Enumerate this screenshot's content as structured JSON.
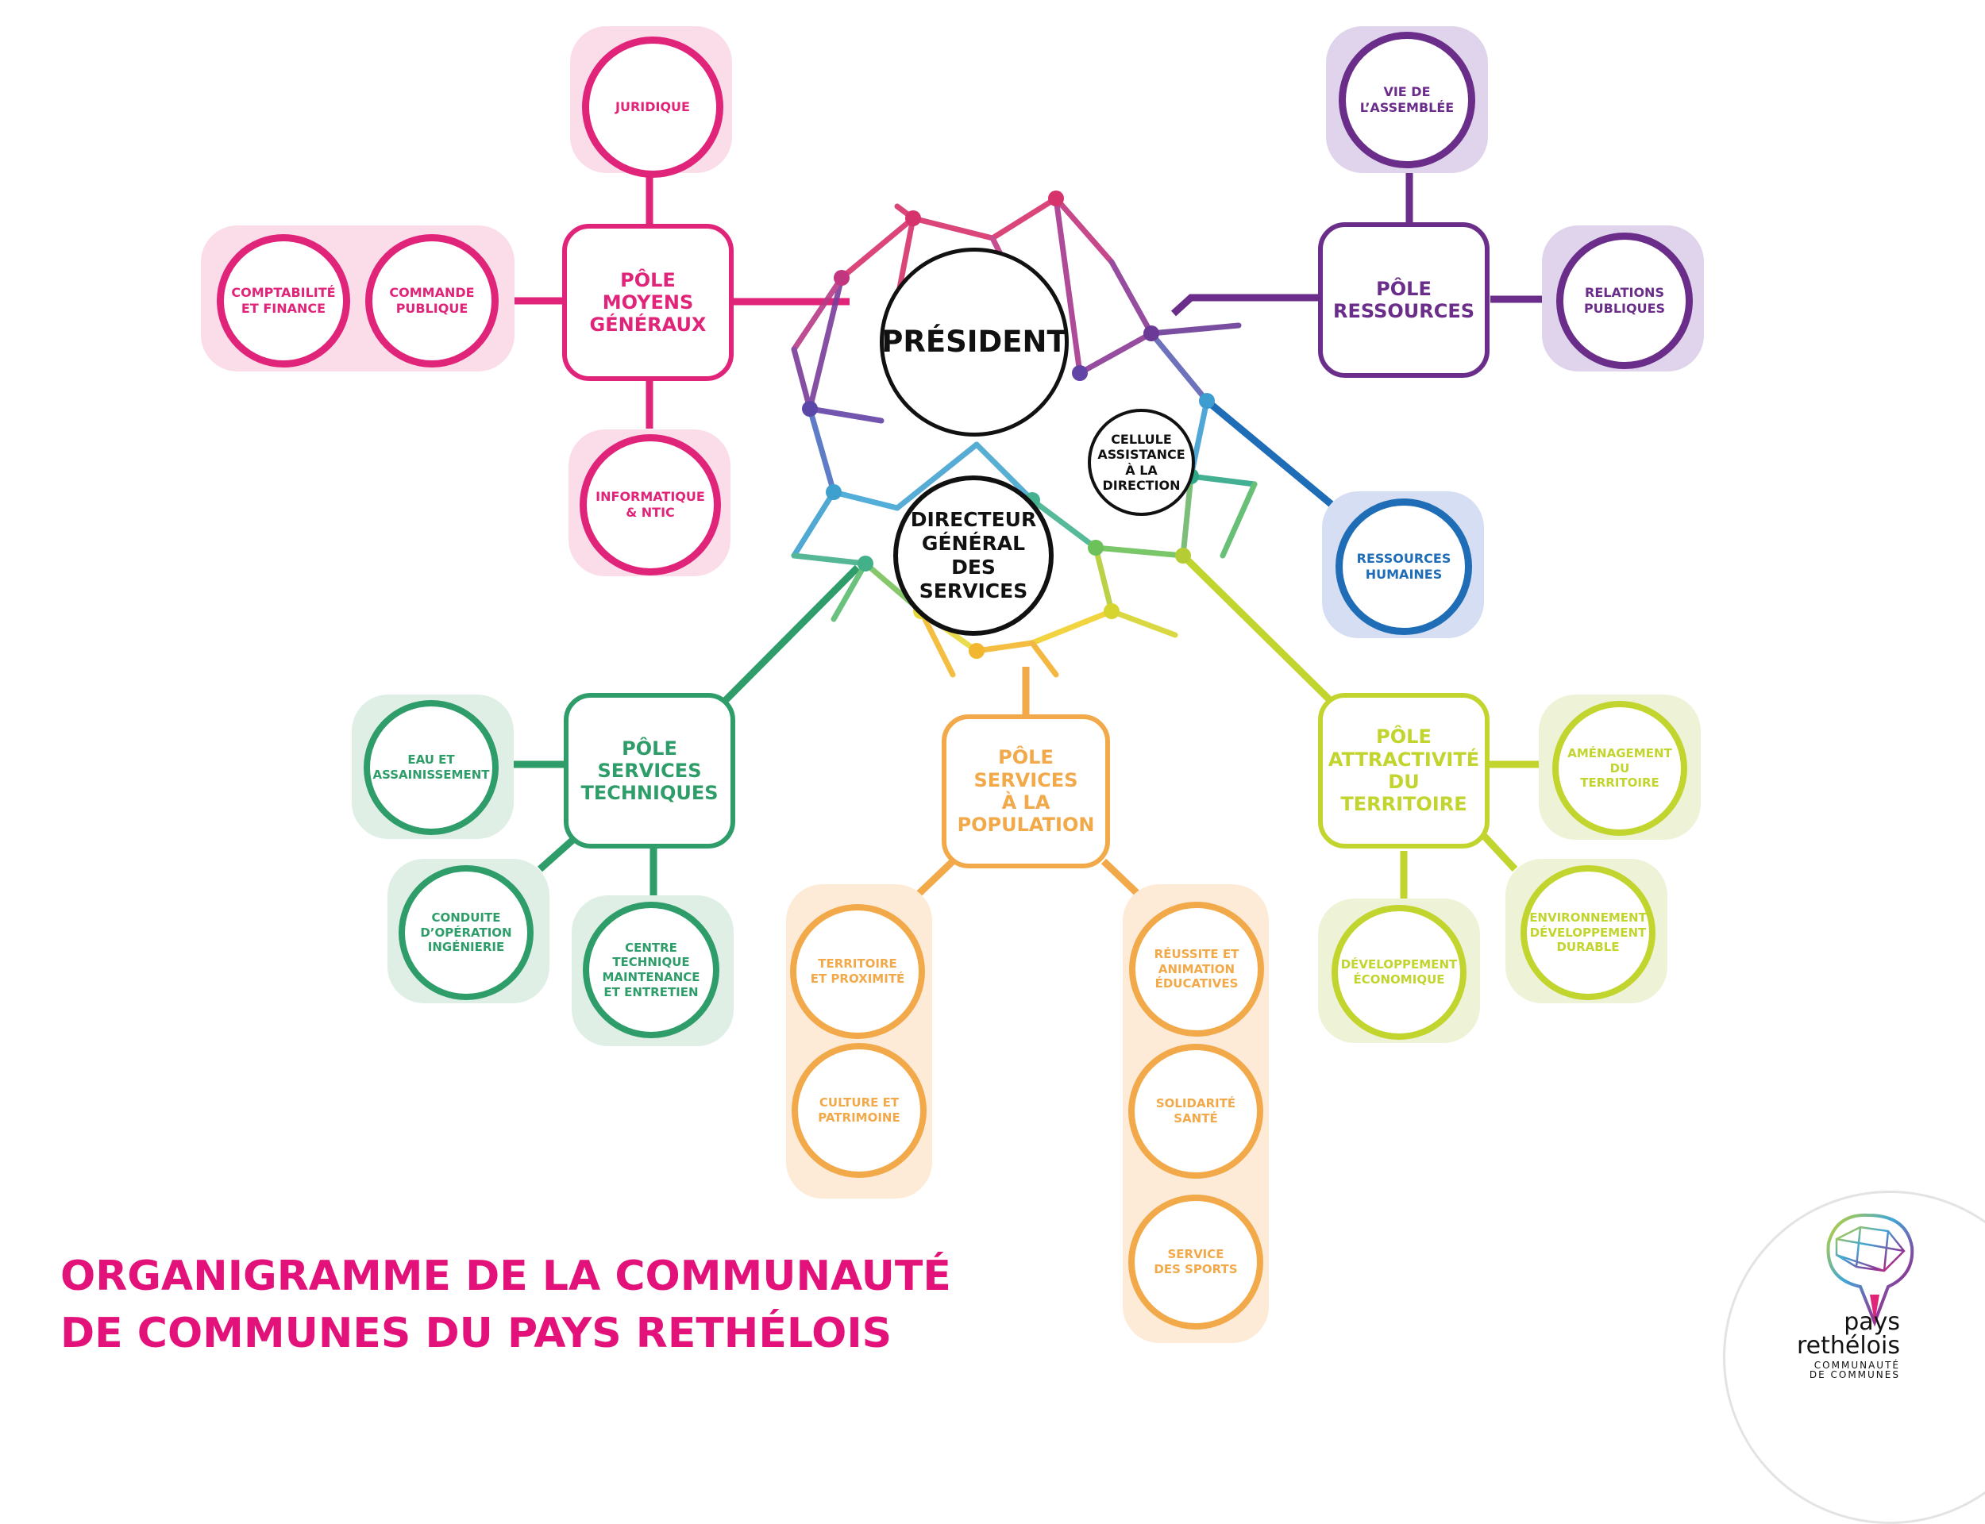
{
  "colors": {
    "pink": "#e0247a",
    "pink_bg": "#fbdde9",
    "purple": "#6b2d8a",
    "purple_bg": "#e0d4ec",
    "blue": "#1f6db6",
    "blue_bg": "#d5def3",
    "green": "#2e9d6a",
    "green_bg": "#dfefe6",
    "orange": "#f2a94a",
    "orange_bg": "#fdebd8",
    "lime": "#c2d42e",
    "lime_bg": "#eef3d8",
    "black": "#111111"
  },
  "center": {
    "president": "PRÉSIDENT",
    "dgs": "DIRECTEUR\nGÉNÉRAL DES\nSERVICES",
    "cellule": "CELLULE\nASSISTANCE\nÀ LA\nDIRECTION"
  },
  "poles": {
    "moyens": {
      "label": "PÔLE\nMOYENS\nGÉNÉRAUX",
      "units": {
        "juridique": "JURIDIQUE",
        "commande": "COMMANDE\nPUBLIQUE",
        "comptabilite": "COMPTABILITÉ\nET FINANCE",
        "informatique": "INFORMATIQUE\n& NTIC"
      }
    },
    "ressources": {
      "label": "PÔLE\nRESSOURCES",
      "units": {
        "assemblee": "VIE DE\nL’ASSEMBLÉE",
        "relations": "RELATIONS\nPUBLIQUES",
        "rh": "RESSOURCES\nHUMAINES"
      }
    },
    "techniques": {
      "label": "PÔLE\nSERVICES\nTECHNIQUES",
      "units": {
        "eau": "EAU ET\nASSAINISSEMENT",
        "conduite": "CONDUITE\nD’OPÉRATION\nINGÉNIERIE",
        "centre": "CENTRE\nTECHNIQUE\nMAINTENANCE\nET ENTRETIEN"
      }
    },
    "population": {
      "label": "PÔLE\nSERVICES\nÀ LA\nPOPULATION",
      "units": {
        "territoire": "TERRITOIRE\nET PROXIMITÉ",
        "culture": "CULTURE ET\nPATRIMOINE",
        "reussite": "RÉUSSITE ET\nANIMATION\nÉDUCATIVES",
        "solidarite": "SOLIDARITÉ\nSANTÉ",
        "sports": "SERVICE\nDES SPORTS"
      }
    },
    "attractivite": {
      "label": "PÔLE\nATTRACTIVITÉ\nDU\nTERRITOIRE",
      "units": {
        "amenagement": "AMÉNAGEMENT\nDU\nTERRITOIRE",
        "environnement": "ENVIRONNEMENT\nDÉVELOPPEMENT\nDURABLE",
        "developpement": "DÉVELOPPEMENT\nÉCONOMIQUE"
      }
    }
  },
  "title": "ORGANIGRAMME DE LA COMMUNAUTÉ\nDE COMMUNES DU PAYS RETHÉLOIS",
  "logo": {
    "line1": "pays",
    "line2": "rethélois",
    "line3": "COMMUNAUTÉ",
    "line4": "DE COMMUNES"
  }
}
